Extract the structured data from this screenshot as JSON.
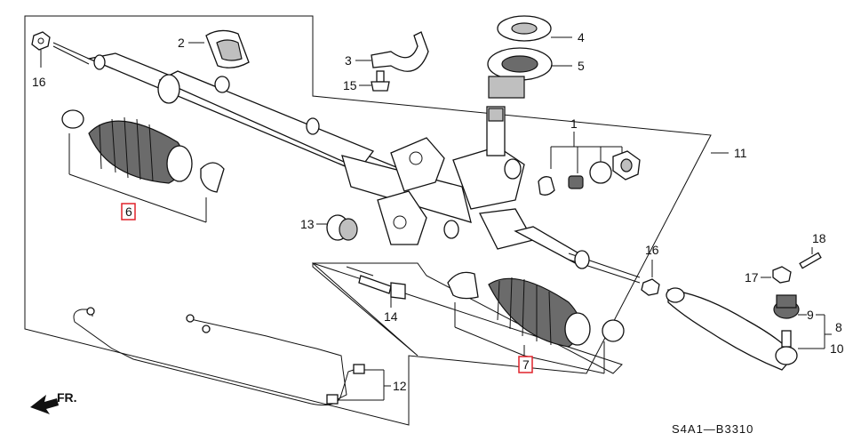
{
  "diagram": {
    "code": "S4A1—B3310",
    "front_label": "FR.",
    "highlight_color": "#e0222a",
    "callouts": [
      {
        "id": "16a",
        "text": "16"
      },
      {
        "id": "2",
        "text": "2"
      },
      {
        "id": "3",
        "text": "3"
      },
      {
        "id": "15",
        "text": "15"
      },
      {
        "id": "4",
        "text": "4"
      },
      {
        "id": "5",
        "text": "5"
      },
      {
        "id": "1",
        "text": "1"
      },
      {
        "id": "11",
        "text": "11"
      },
      {
        "id": "6",
        "text": "6",
        "boxed": true
      },
      {
        "id": "13",
        "text": "13"
      },
      {
        "id": "16b",
        "text": "16"
      },
      {
        "id": "18",
        "text": "18"
      },
      {
        "id": "17",
        "text": "17"
      },
      {
        "id": "9",
        "text": "9"
      },
      {
        "id": "8",
        "text": "8"
      },
      {
        "id": "10",
        "text": "10"
      },
      {
        "id": "14",
        "text": "14"
      },
      {
        "id": "7",
        "text": "7",
        "boxed": true
      },
      {
        "id": "12",
        "text": "12"
      }
    ]
  }
}
